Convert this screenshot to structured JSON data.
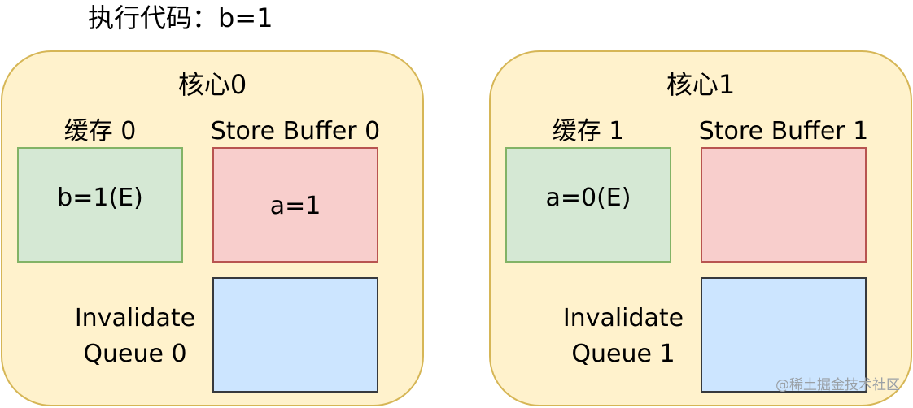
{
  "title": "执行代码：b=1",
  "cores": [
    {
      "title": "核心0",
      "cache_label": "缓存 0",
      "cache_value": "b=1(E)",
      "store_buffer_label": "Store Buffer 0",
      "store_buffer_value": "a=1",
      "invalidate_queue_label_line1": "Invalidate",
      "invalidate_queue_label_line2": "Queue 0",
      "invalidate_queue_value": ""
    },
    {
      "title": "核心1",
      "cache_label": "缓存 1",
      "cache_value": "a=0(E)",
      "store_buffer_label": "Store Buffer 1",
      "store_buffer_value": "",
      "invalidate_queue_label_line1": "Invalidate",
      "invalidate_queue_label_line2": "Queue 1",
      "invalidate_queue_value": ""
    }
  ],
  "watermark": "@稀土掘金技术社区",
  "colors": {
    "core_fill": "#fff2cc",
    "core_border": "#d6b656",
    "cache_fill": "#d5e8d4",
    "cache_border": "#82b366",
    "store_buffer_fill": "#f8cecc",
    "store_buffer_border": "#b85450",
    "invalidate_queue_fill": "#cce5ff",
    "invalidate_queue_border": "#36393d"
  }
}
